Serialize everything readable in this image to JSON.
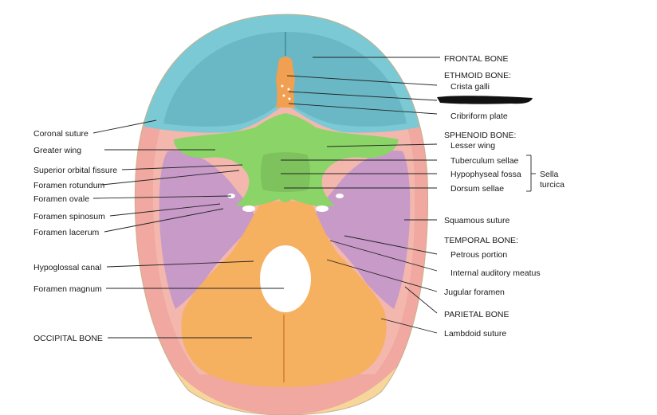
{
  "labels": {
    "frontal_bone": "FRONTAL BONE",
    "ethmoid_bone": "ETHMOID BONE:",
    "crista_galli": "Crista galli",
    "cribriform_plate": "Cribriform plate",
    "sphenoid_bone": "SPHENOID BONE:",
    "lesser_wing": "Lesser wing",
    "tuberculum_sellae": "Tuberculum sellae",
    "hypophyseal_fossa": "Hypophyseal fossa",
    "dorsum_sellae": "Dorsum sellae",
    "sella": "Sella",
    "turcica": "turcica",
    "squamous_suture": "Squamous suture",
    "temporal_bone": "TEMPORAL BONE:",
    "petrous_portion": "Petrous portion",
    "internal_auditory_meatus": "Internal auditory meatus",
    "jugular_foramen": "Jugular foramen",
    "parietal_bone": "PARIETAL BONE",
    "lambdoid_suture": "Lambdoid suture",
    "coronal_suture": "Coronal suture",
    "greater_wing": "Greater wing",
    "superior_orbital_fissure": "Superior orbital fissure",
    "foramen_rotundum": "Foramen rotundum",
    "foramen_ovale": "Foramen ovale",
    "foramen_spinosum": "Foramen spinosum",
    "foramen_lacerum": "Foramen lacerum",
    "hypoglossal_canal": "Hypoglossal canal",
    "foramen_magnum": "Foramen magnum",
    "occipital_bone": "OCCIPITAL BONE"
  },
  "colors": {
    "frontal": "#7cc9d6",
    "ethmoid": "#f0a050",
    "sphenoid": "#8ad468",
    "temporal": "#c89ac8",
    "parietal": "#f0a8a0",
    "occipital": "#f5b060",
    "outer_rim": "#f6d69a",
    "redaction": "#111111"
  }
}
